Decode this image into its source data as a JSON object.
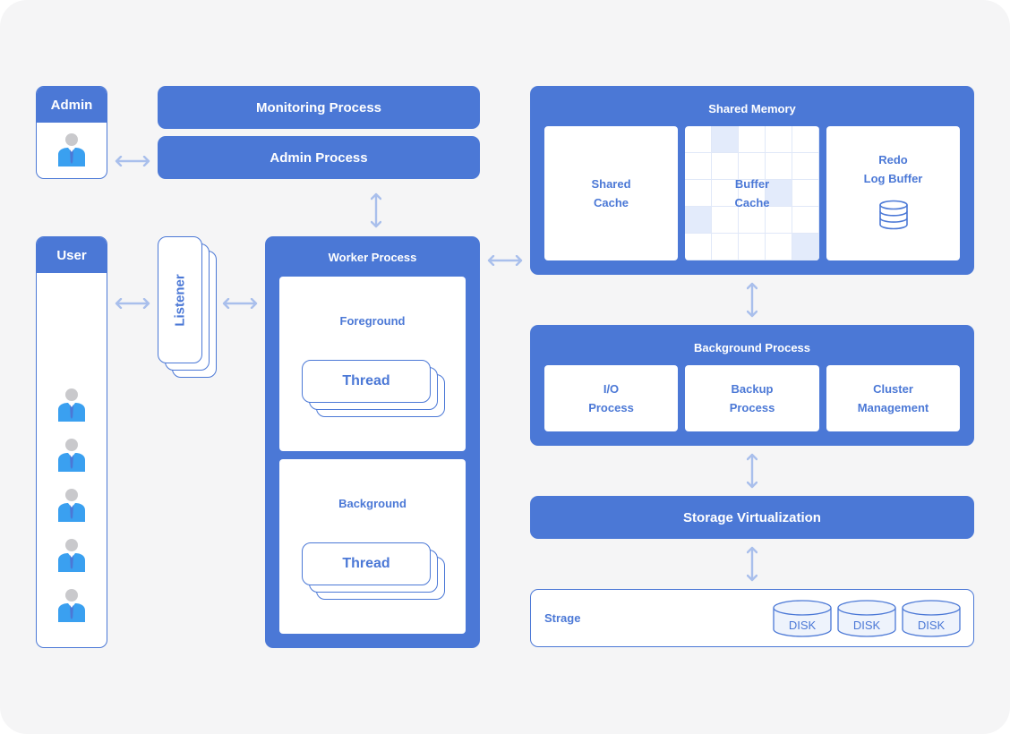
{
  "admin": {
    "title": "Admin"
  },
  "user": {
    "title": "User"
  },
  "monitoring_process": "Monitoring Process",
  "admin_process": "Admin Process",
  "listener": "Listener",
  "worker": {
    "title": "Worker Process",
    "foreground": {
      "title": "Foreground",
      "thread": "Thread"
    },
    "background": {
      "title": "Background",
      "thread": "Thread"
    }
  },
  "shared_memory": {
    "title": "Shared Memory",
    "shared_cache": {
      "line1": "Shared",
      "line2": "Cache"
    },
    "buffer_cache": {
      "line1": "Buffer",
      "line2": "Cache"
    },
    "redo_log_buffer": {
      "line1": "Redo",
      "line2": "Log Buffer",
      "icon": "database-icon"
    }
  },
  "background_process": {
    "title": "Background Process",
    "io": {
      "line1": "I/O",
      "line2": "Process"
    },
    "backup": {
      "line1": "Backup",
      "line2": "Process"
    },
    "cluster": {
      "line1": "Cluster",
      "line2": "Management"
    }
  },
  "storage_virtualization": "Storage Virtualization",
  "storage": {
    "title": "Strage",
    "disks": [
      "DISK",
      "DISK",
      "DISK"
    ]
  },
  "colors": {
    "accent": "#4b78d6",
    "arrow": "#a9bfec",
    "background": "#f5f5f6",
    "person_head": "#c9c9cc",
    "person_body": "#3aa0f0"
  }
}
